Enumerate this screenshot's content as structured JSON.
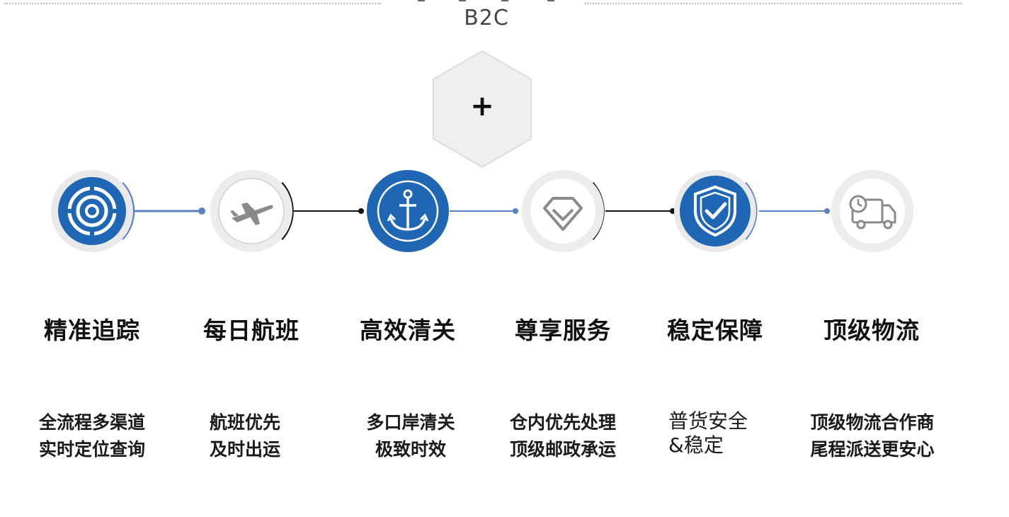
{
  "header": {
    "title": "B2C"
  },
  "hexagon": {
    "symbol": "+"
  },
  "colors": {
    "accent": "#1f66b5",
    "ring_light": "#e8e8e8",
    "line_blue": "#5a82c2",
    "line_dark": "#111111",
    "icon_grey": "#8a8a8a"
  },
  "features": [
    {
      "icon": "target-icon",
      "title": "精准追踪",
      "desc": [
        "全流程多渠道",
        "实时定位查询"
      ]
    },
    {
      "icon": "airplane-icon",
      "title": "每日航班",
      "desc": [
        "航班优先",
        "及时出运"
      ]
    },
    {
      "icon": "anchor-icon",
      "title": "高效清关",
      "desc": [
        "多口岸清关",
        "极致时效"
      ]
    },
    {
      "icon": "diamond-icon",
      "title": "尊享服务",
      "desc": [
        "仓内优先处理",
        "顶级邮政承运"
      ]
    },
    {
      "icon": "shield-check-icon",
      "title": "稳定保障",
      "desc": [
        "普货安全",
        "&稳定"
      ]
    },
    {
      "icon": "delivery-truck-icon",
      "title": "顶级物流",
      "desc": [
        "顶级物流合作商",
        "尾程派送更安心"
      ]
    }
  ]
}
